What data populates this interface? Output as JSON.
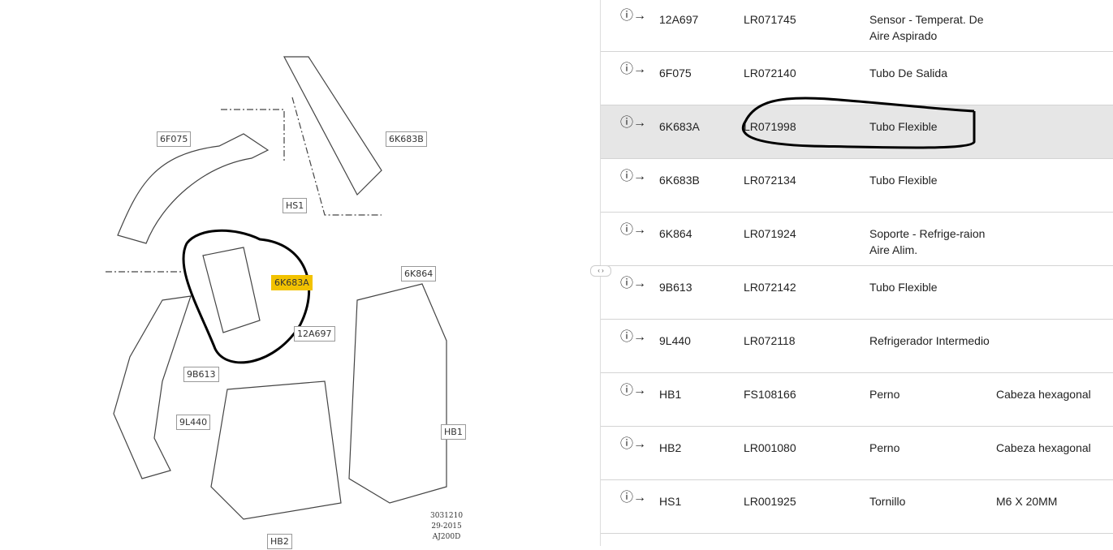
{
  "diagram": {
    "labels": {
      "l6F075": "6F075",
      "l6K683B": "6K683B",
      "lHS1": "HS1",
      "l6K683A": "6K683A",
      "l6K864": "6K864",
      "l12A697": "12A697",
      "l9B613": "9B613",
      "l9L440": "9L440",
      "lHB1": "HB1",
      "lHB2": "HB2"
    },
    "footer": [
      "3031210",
      "29-2015",
      "AJ200D"
    ]
  },
  "handle": "‹ ›",
  "rows": [
    {
      "code": "12A697",
      "part": "LR071745",
      "desc": "Sensor - Temperat. De Aire Aspirado",
      "note": ""
    },
    {
      "code": "6F075",
      "part": "LR072140",
      "desc": "Tubo De Salida",
      "note": ""
    },
    {
      "code": "6K683A",
      "part": "LR071998",
      "desc": "Tubo Flexible",
      "note": ""
    },
    {
      "code": "6K683B",
      "part": "LR072134",
      "desc": "Tubo Flexible",
      "note": ""
    },
    {
      "code": "6K864",
      "part": "LR071924",
      "desc": "Soporte - Refrige-raion Aire Alim.",
      "note": ""
    },
    {
      "code": "9B613",
      "part": "LR072142",
      "desc": "Tubo Flexible",
      "note": ""
    },
    {
      "code": "9L440",
      "part": "LR072118",
      "desc": "Refrigerador Intermedio",
      "note": ""
    },
    {
      "code": "HB1",
      "part": "FS108166",
      "desc": "Perno",
      "note": "Cabeza hexagonal"
    },
    {
      "code": "HB2",
      "part": "LR001080",
      "desc": "Perno",
      "note": "Cabeza hexagonal"
    },
    {
      "code": "HS1",
      "part": "LR001925",
      "desc": "Tornillo",
      "note": "M6 X 20MM"
    }
  ],
  "selected_index": 2,
  "info_icon": "ⓘ→"
}
